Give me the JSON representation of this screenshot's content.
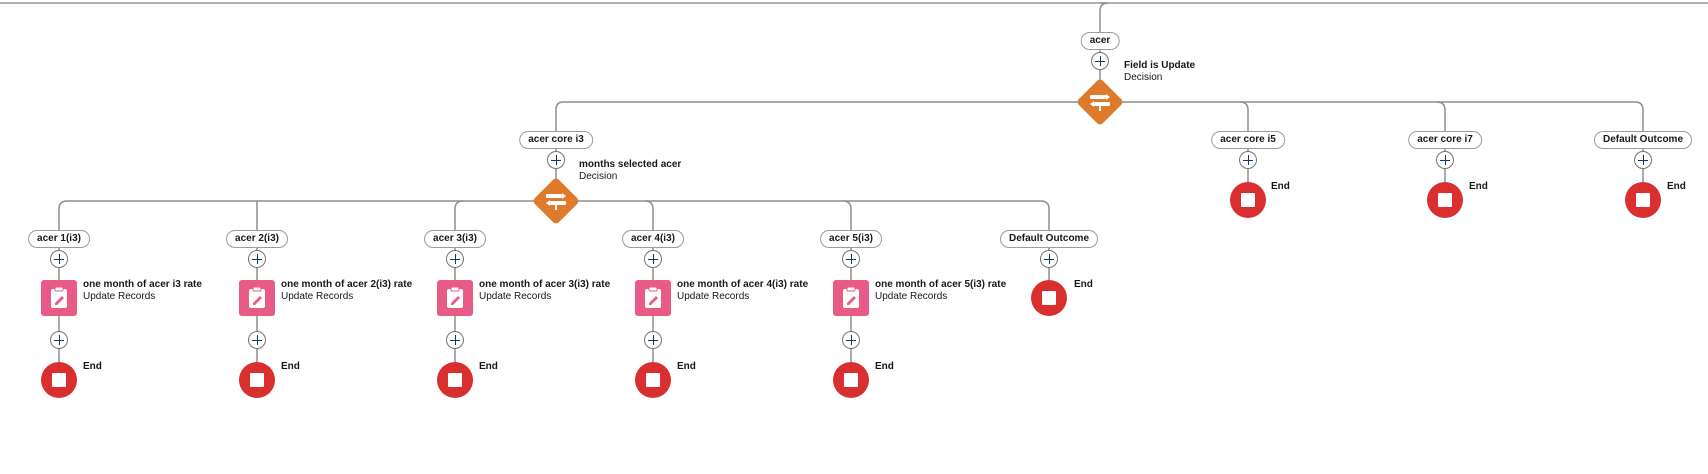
{
  "root_decision": {
    "entry_label": "acer",
    "title": "Field is Update",
    "type": "Decision",
    "branches": [
      {
        "label": "acer core i3"
      },
      {
        "label": "acer core i5",
        "end": "End"
      },
      {
        "label": "acer core i7",
        "end": "End"
      },
      {
        "label": "Default Outcome",
        "end": "End"
      }
    ]
  },
  "sub_decision": {
    "title": "months selected acer",
    "type": "Decision",
    "branches": [
      {
        "label": "acer 1(i3)",
        "action_title": "one month of acer i3 rate",
        "action_type": "Update Records",
        "end": "End"
      },
      {
        "label": "acer 2(i3)",
        "action_title": "one month of acer 2(i3) rate",
        "action_type": "Update Records",
        "end": "End"
      },
      {
        "label": "acer 3(i3)",
        "action_title": "one month of acer 3(i3) rate",
        "action_type": "Update Records",
        "end": "End"
      },
      {
        "label": "acer 4(i3)",
        "action_title": "one month of acer 4(i3) rate",
        "action_type": "Update Records",
        "end": "End"
      },
      {
        "label": "acer 5(i3)",
        "action_title": "one month of acer 5(i3) rate",
        "action_type": "Update Records",
        "end": "End"
      },
      {
        "label": "Default Outcome",
        "end": "End"
      }
    ]
  },
  "colors": {
    "decision": "#dd7a2b",
    "end": "#d92f2f",
    "update_records": "#e85b86",
    "connector": "#8e8e8e",
    "add_icon": "#0b3a73"
  },
  "icons": {
    "decision": "decision-icon",
    "end": "stop-icon",
    "update_records": "edit-record-icon",
    "add": "add-element-icon"
  }
}
